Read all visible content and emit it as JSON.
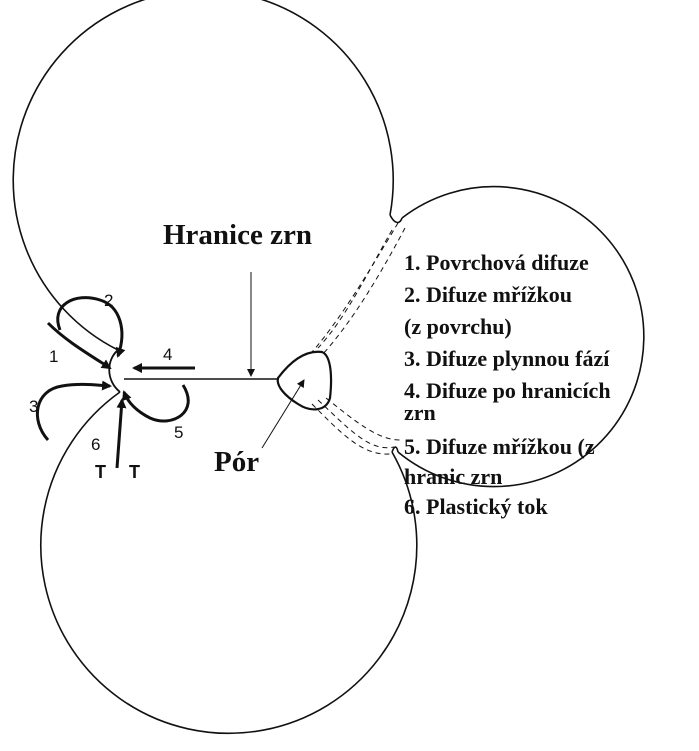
{
  "diagram": {
    "labels": {
      "grain_boundary": "Hranice zrn",
      "pore": "Pór"
    },
    "mechanisms": [
      "1. Povrchová difuze",
      "2. Difuze mřížkou",
      "(z povrchu)",
      "3. Difuze plynnou fází",
      "4. Difuze po hranicích",
      "zrn",
      "5. Difuze mřížkou (z",
      "hranic zrn",
      "6. Plastický tok"
    ],
    "arrow_numbers": [
      "1",
      "2",
      "3",
      "4",
      "5",
      "6"
    ],
    "dislocation_symbols": [
      "T",
      "T"
    ]
  }
}
